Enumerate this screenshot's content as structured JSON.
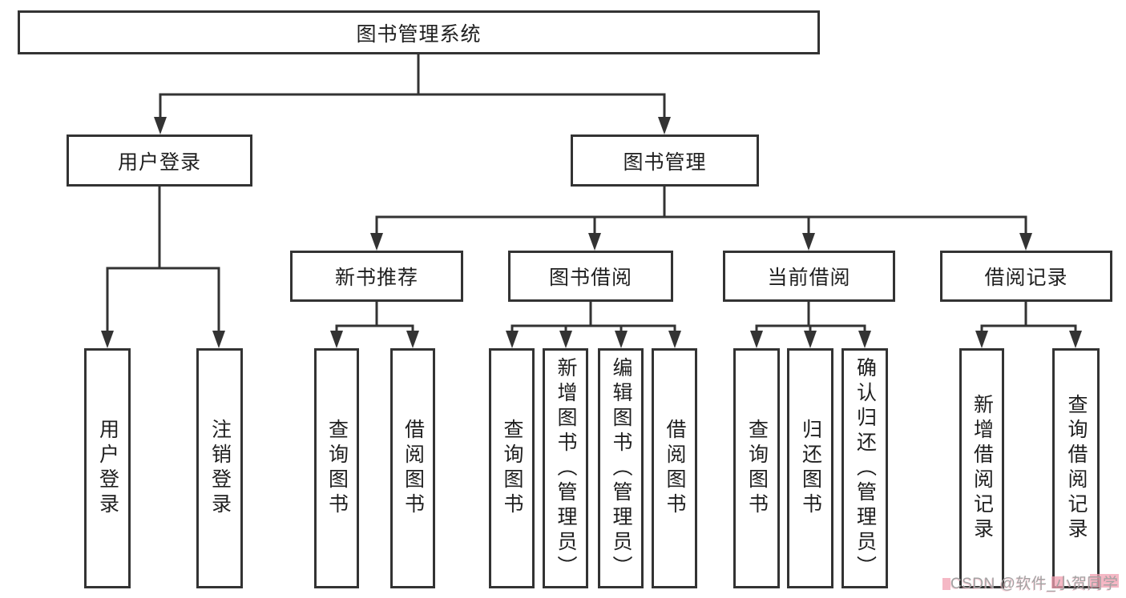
{
  "colors": {
    "line": "#333333",
    "text": "#1f1f1f",
    "box_bg": "#ffffff",
    "background": "#ffffff",
    "watermark": "#a3a3a3",
    "watermark_accent": "#f2a0b2"
  },
  "nodes": {
    "root": "图书管理系统",
    "user_login": "用户登录",
    "book_mgmt": "图书管理",
    "new_book_rec": "新书推荐",
    "book_borrow": "图书借阅",
    "current_borrow": "当前借阅",
    "borrow_records": "借阅记录",
    "leaf_user_login": "用户登录",
    "leaf_logout": "注销登录",
    "leaf_query_book_1": "查询图书",
    "leaf_borrow_book_1": "借阅图书",
    "leaf_query_book_2": "查询图书",
    "leaf_add_book": "新增图书（管理员）",
    "leaf_edit_book": "编辑图书（管理员）",
    "leaf_borrow_book_2": "借阅图书",
    "leaf_query_book_3": "查询图书",
    "leaf_return_book": "归还图书",
    "leaf_confirm_return": "确认归还（管理员）",
    "leaf_add_record": "新增借阅记录",
    "leaf_query_record": "查询借阅记录"
  },
  "hierarchy": {
    "图书管理系统": [
      "用户登录",
      "图书管理"
    ],
    "用户登录": [
      "用户登录",
      "注销登录"
    ],
    "图书管理": [
      "新书推荐",
      "图书借阅",
      "当前借阅",
      "借阅记录"
    ],
    "新书推荐": [
      "查询图书",
      "借阅图书"
    ],
    "图书借阅": [
      "查询图书",
      "新增图书（管理员）",
      "编辑图书（管理员）",
      "借阅图书"
    ],
    "当前借阅": [
      "查询图书",
      "归还图书",
      "确认归还（管理员）"
    ],
    "借阅记录": [
      "新增借阅记录",
      "查询借阅记录"
    ]
  },
  "watermark": {
    "text": "CSDN @软件_小贺同学"
  }
}
